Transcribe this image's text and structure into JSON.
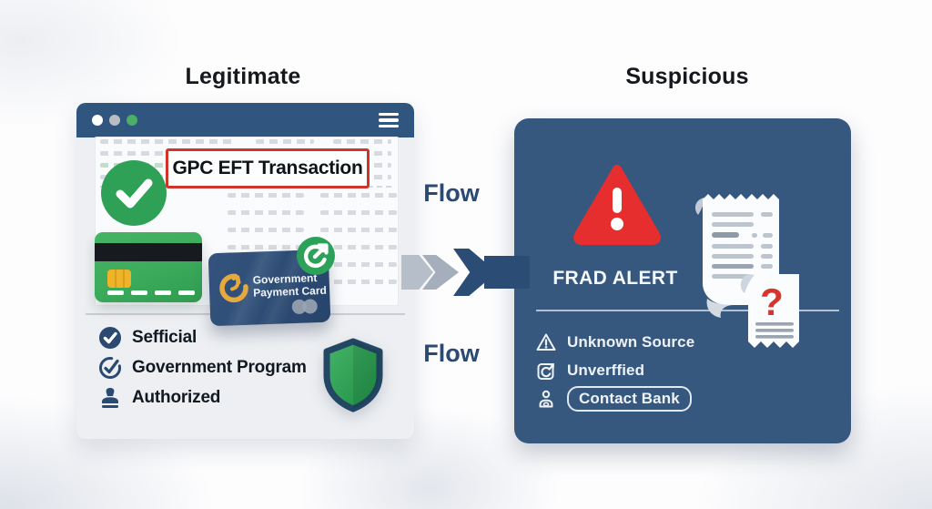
{
  "page": {
    "left_title": "Legitimate",
    "right_title": "Suspicious"
  },
  "flow": {
    "top_label": "Flow",
    "bottom_label": "Flow"
  },
  "legitimate_panel": {
    "window_icons": [
      "window-dot-white",
      "window-dot-gray",
      "window-dot-green",
      "hamburger-menu-icon"
    ],
    "transaction_banner": "GPC EFT Transaction",
    "status_icons": [
      "check-circle-badge-icon",
      "share-arrow-badge-icon",
      "shield-icon"
    ],
    "payment_card": {
      "line1": "Government",
      "line2": "Payment Card",
      "logo_icon": "gold-c-arrow-logo"
    },
    "checklist": [
      {
        "icon": "check-circle-filled-icon",
        "label": "Sefficial"
      },
      {
        "icon": "check-circle-outline-icon",
        "label": "Government Program"
      },
      {
        "icon": "stamp-icon",
        "label": "Authorized"
      }
    ]
  },
  "suspicious_panel": {
    "alert_icon": "warning-triangle-icon",
    "alert_label": "FRAD ALERT",
    "receipt_icon": "receipt-question-icon",
    "items": [
      {
        "icon": "warning-triangle-outline-icon",
        "label": "Unknown Source",
        "style": "plain"
      },
      {
        "icon": "sync-box-icon",
        "label": "Unverffied",
        "style": "plain"
      },
      {
        "icon": "person-icon",
        "label": "Contact Bank",
        "style": "button"
      }
    ]
  },
  "colors": {
    "navy": "#2b4a72",
    "panel_blue": "#36587f",
    "titlebar_blue": "#30557f",
    "green": "#2ea157",
    "card_green": "#3cab5b",
    "alert_red": "#e62e2e",
    "highlight_red": "#d2342c",
    "gold": "#e6a93e"
  }
}
